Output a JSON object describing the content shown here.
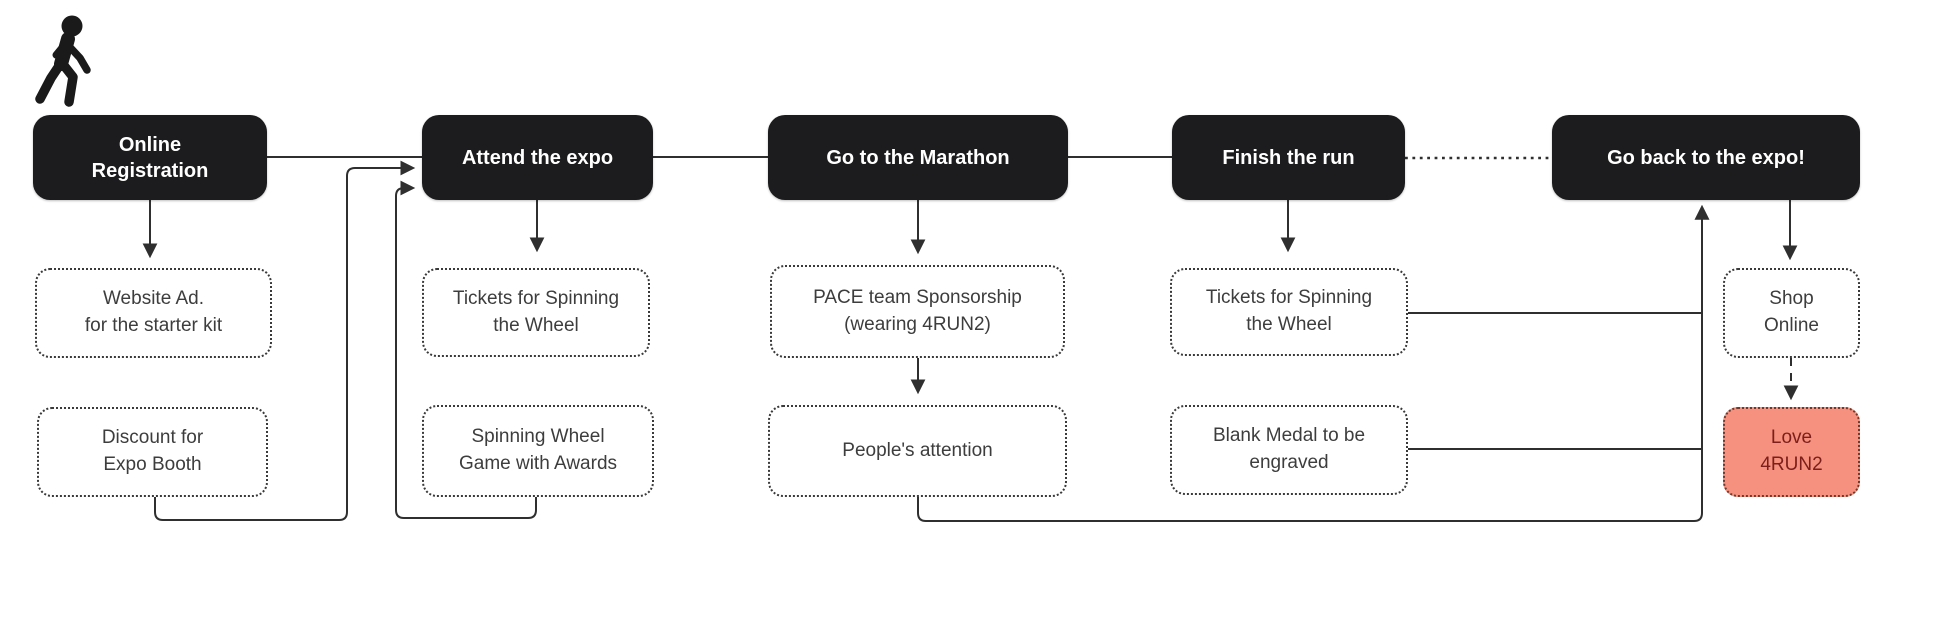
{
  "diagram": {
    "title_icon": "walking-person",
    "colors": {
      "background": "#ffffff",
      "stage_fill": "#1c1c1e",
      "stage_text": "#ffffff",
      "note_border": "#3a3a3a",
      "note_text": "#3d3d3d",
      "line": "#2f2f2f",
      "highlight_fill": "#f5917e",
      "highlight_text": "#7c1f1c"
    },
    "stages": [
      {
        "id": "online-registration",
        "label": "Online\nRegistration"
      },
      {
        "id": "attend-expo",
        "label": "Attend the expo"
      },
      {
        "id": "marathon",
        "label": "Go to the Marathon"
      },
      {
        "id": "finish-run",
        "label": "Finish the run"
      },
      {
        "id": "back-expo",
        "label": "Go back to the expo!"
      }
    ],
    "notes": [
      {
        "id": "website-ad",
        "label": "Website Ad.\nfor the starter kit"
      },
      {
        "id": "discount-booth",
        "label": "Discount for\nExpo Booth"
      },
      {
        "id": "tickets-expo",
        "label": "Tickets for Spinning\nthe Wheel"
      },
      {
        "id": "spinning-game",
        "label": "Spinning Wheel\nGame with Awards"
      },
      {
        "id": "pace-team",
        "label": "PACE team Sponsorship\n(wearing 4RUN2)"
      },
      {
        "id": "peoples-attention",
        "label": "People's attention"
      },
      {
        "id": "tickets-finish",
        "label": "Tickets for Spinning\nthe Wheel"
      },
      {
        "id": "blank-medal",
        "label": "Blank Medal to be\nengraved"
      },
      {
        "id": "shop-online",
        "label": "Shop\nOnline"
      },
      {
        "id": "love-4run2",
        "label": "Love\n4RUN2",
        "highlight": true
      }
    ],
    "edges": [
      {
        "from": "Online Registration",
        "to": "Attend the expo",
        "style": "solid"
      },
      {
        "from": "Attend the expo",
        "to": "Go to the Marathon",
        "style": "solid"
      },
      {
        "from": "Go to the Marathon",
        "to": "Finish the run",
        "style": "solid"
      },
      {
        "from": "Finish the run",
        "to": "Go back to the expo!",
        "style": "dotted"
      },
      {
        "from": "Online Registration",
        "to": "Website Ad. for the starter kit",
        "style": "arrow"
      },
      {
        "from": "Attend the expo",
        "to": "Tickets for Spinning the Wheel",
        "style": "arrow"
      },
      {
        "from": "Go to the Marathon",
        "to": "PACE team Sponsorship (wearing 4RUN2)",
        "style": "arrow"
      },
      {
        "from": "PACE team Sponsorship (wearing 4RUN2)",
        "to": "People's attention",
        "style": "arrow"
      },
      {
        "from": "Finish the run",
        "to": "Tickets for Spinning the Wheel",
        "style": "arrow"
      },
      {
        "from": "Go back to the expo!",
        "to": "Shop Online",
        "style": "arrow"
      },
      {
        "from": "Shop Online",
        "to": "Love 4RUN2",
        "style": "dashed-arrow"
      },
      {
        "from": "Discount for Expo Booth",
        "to": "Attend the expo",
        "style": "loop-arrow"
      },
      {
        "from": "Spinning Wheel Game with Awards",
        "to": "Attend the expo",
        "style": "loop-arrow"
      },
      {
        "from": "Tickets for Spinning the Wheel",
        "to": "Go back to the expo!",
        "style": "join"
      },
      {
        "from": "Blank Medal to be engraved",
        "to": "Go back to the expo!",
        "style": "join"
      },
      {
        "from": "People's attention",
        "to": "Go back to the expo!",
        "style": "loop-arrow"
      }
    ]
  }
}
